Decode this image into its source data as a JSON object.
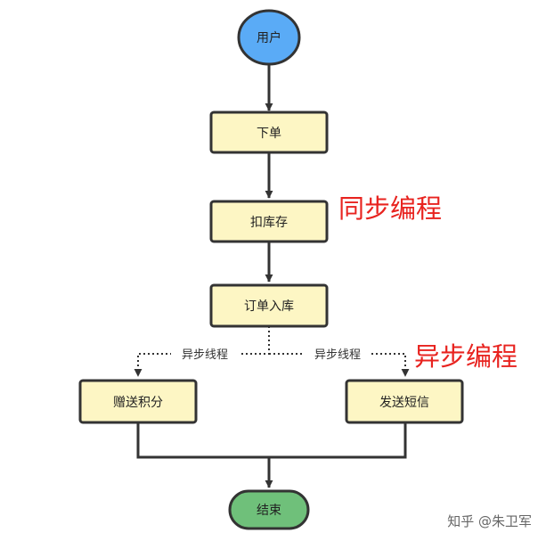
{
  "nodes": {
    "start": "用户",
    "place_order": "下单",
    "deduct_stock": "扣库存",
    "order_storage": "订单入库",
    "gift_points": "赠送积分",
    "send_sms": "发送短信",
    "end": "结束"
  },
  "edge_labels": {
    "async_left": "异步线程",
    "async_right": "异步线程"
  },
  "annotations": {
    "sync": "同步编程",
    "async": "异步编程"
  },
  "watermark": "知乎 @朱卫军",
  "colors": {
    "start_fill": "#5aabf6",
    "process_fill": "#fdf6c4",
    "end_fill": "#6fc07a",
    "stroke": "#333333",
    "annotation": "#e8231f"
  }
}
